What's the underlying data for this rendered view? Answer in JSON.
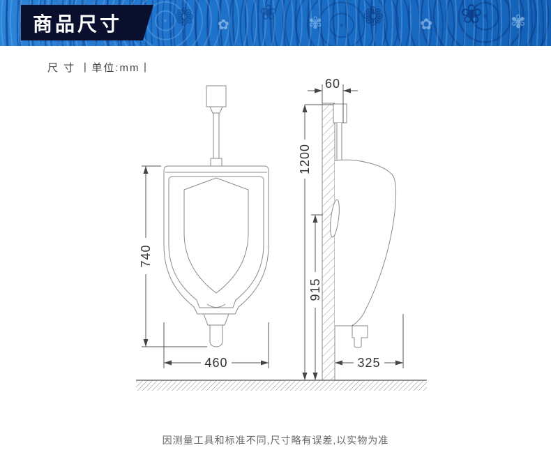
{
  "banner": {
    "title": "商品尺寸",
    "flowers": [
      "❁",
      "✿",
      "❀",
      "✾",
      "❁",
      "✿",
      "❀",
      "✾"
    ],
    "colors": {
      "banner_blue": "#1e74cd",
      "title_box_navy": "#0a0f2d",
      "title_text": "#ffffff"
    }
  },
  "section": {
    "unit_label": "尺 寸 丨单位:mm丨"
  },
  "dims": {
    "front_height": "740",
    "front_width": "460",
    "wall_offset": "60",
    "total_height": "1200",
    "mount_height": "915",
    "depth": "325"
  },
  "footer": {
    "note": "因测量工具和标准不同,尺寸略有误差,以实物为准"
  },
  "drawing_colors": {
    "line_gray": "#8a8a8a",
    "dim_text": "#333333"
  }
}
